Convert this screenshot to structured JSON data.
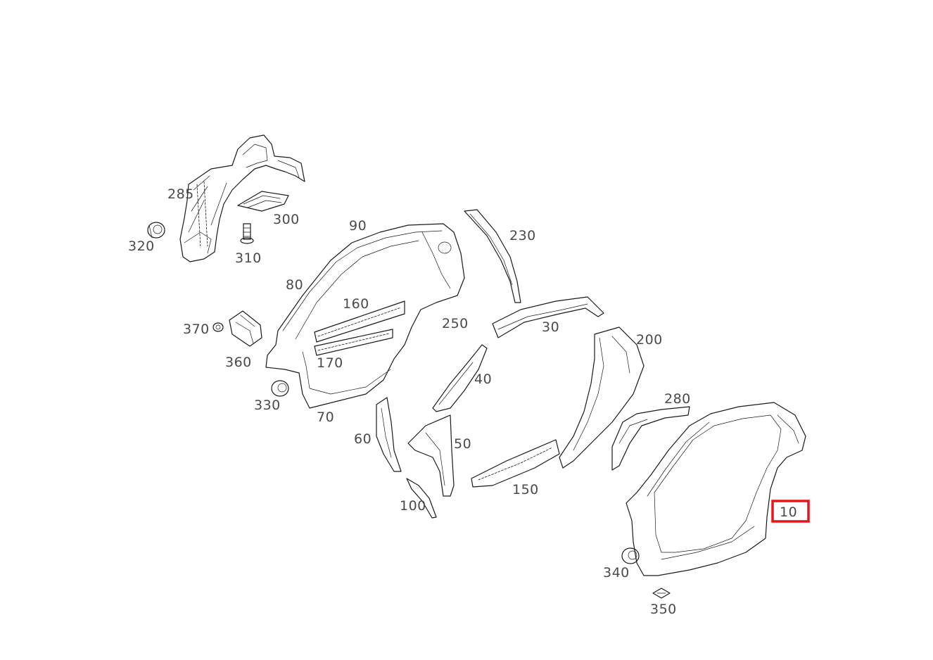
{
  "callouts": [
    {
      "id": "c285",
      "label": "285"
    },
    {
      "id": "c300",
      "label": "300"
    },
    {
      "id": "c320",
      "label": "320"
    },
    {
      "id": "c310",
      "label": "310"
    },
    {
      "id": "c90",
      "label": "90"
    },
    {
      "id": "c230",
      "label": "230"
    },
    {
      "id": "c80",
      "label": "80"
    },
    {
      "id": "c160",
      "label": "160"
    },
    {
      "id": "c250",
      "label": "250"
    },
    {
      "id": "c370",
      "label": "370"
    },
    {
      "id": "c30",
      "label": "30"
    },
    {
      "id": "c200",
      "label": "200"
    },
    {
      "id": "c360",
      "label": "360"
    },
    {
      "id": "c170",
      "label": "170"
    },
    {
      "id": "c40",
      "label": "40"
    },
    {
      "id": "c330",
      "label": "330"
    },
    {
      "id": "c70",
      "label": "70"
    },
    {
      "id": "c280",
      "label": "280"
    },
    {
      "id": "c60",
      "label": "60"
    },
    {
      "id": "c50",
      "label": "50"
    },
    {
      "id": "c150",
      "label": "150"
    },
    {
      "id": "c100",
      "label": "100"
    },
    {
      "id": "c10",
      "label": "10"
    },
    {
      "id": "c340",
      "label": "340"
    },
    {
      "id": "c350",
      "label": "350"
    }
  ],
  "highlight": {
    "label": "10",
    "color": "#e8141b"
  }
}
